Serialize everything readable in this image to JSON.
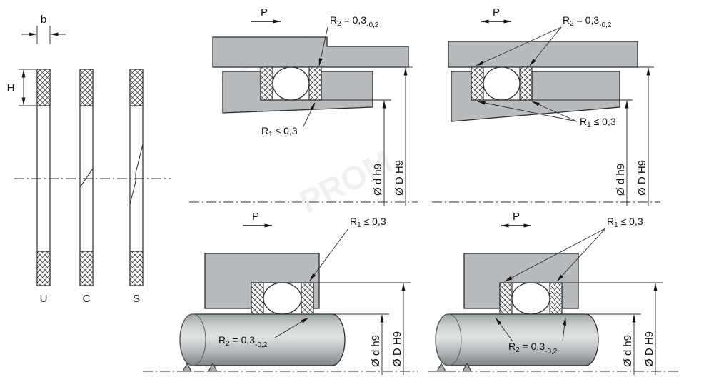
{
  "left_panel": {
    "width_label": "b",
    "height_label": "H",
    "profile_labels": [
      "U",
      "C",
      "S"
    ]
  },
  "annotations": {
    "pressure": "P",
    "r2": {
      "base": "R",
      "sub": "2",
      "value": " = 0,3",
      "tolerance": "-0,2"
    },
    "r1": {
      "base": "R",
      "sub": "1",
      "value": " ≤ 0,3"
    },
    "dia_rod": "Ø d h9",
    "dia_bore": "Ø D H9"
  },
  "watermark": "PROM"
}
